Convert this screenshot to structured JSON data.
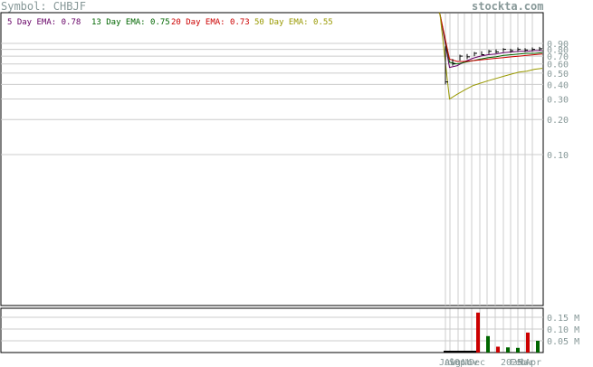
{
  "header": {
    "symbol": "Symbol: CHBJF",
    "site": "stockta.com"
  },
  "ema_legend": [
    {
      "label": "5 Day EMA:",
      "value": "0.78",
      "color": "#660066"
    },
    {
      "label": "13 Day EMA:",
      "value": "0.75",
      "color": "#006600"
    },
    {
      "label": "20 Day EMA:",
      "value": "0.73",
      "color": "#cc0000"
    },
    {
      "label": "50 Day EMA:",
      "value": "0.55",
      "color": "#999900"
    }
  ],
  "chart_data": {
    "type": "line",
    "scale": "log",
    "price_ticks": [
      {
        "value": 0.9,
        "label": "0.90"
      },
      {
        "value": 0.8,
        "label": "0.80"
      },
      {
        "value": 0.7,
        "label": "0.70"
      },
      {
        "value": 0.6,
        "label": "0.60"
      },
      {
        "value": 0.5,
        "label": "0.50"
      },
      {
        "value": 0.4,
        "label": "0.40"
      },
      {
        "value": 0.3,
        "label": "0.30"
      },
      {
        "value": 0.2,
        "label": "0.20"
      },
      {
        "value": 0.1,
        "label": "0.10"
      }
    ],
    "x_labels": [
      "Jul",
      "Aug",
      "Sep",
      "Oct",
      "Nov",
      "Dec",
      "2025",
      "Feb",
      "Mar",
      "Apr"
    ],
    "price_bars": [
      {
        "high": 0.85,
        "low": 0.4,
        "close": 0.42
      },
      {
        "high": 0.66,
        "low": 0.58,
        "close": 0.6
      },
      {
        "high": 0.72,
        "low": 0.64,
        "close": 0.7
      },
      {
        "high": 0.73,
        "low": 0.66,
        "close": 0.69
      },
      {
        "high": 0.76,
        "low": 0.7,
        "close": 0.74
      },
      {
        "high": 0.77,
        "low": 0.71,
        "close": 0.72
      },
      {
        "high": 0.79,
        "low": 0.73,
        "close": 0.77
      },
      {
        "high": 0.8,
        "low": 0.74,
        "close": 0.76
      },
      {
        "high": 0.82,
        "low": 0.76,
        "close": 0.8
      },
      {
        "high": 0.81,
        "low": 0.75,
        "close": 0.78
      },
      {
        "high": 0.83,
        "low": 0.77,
        "close": 0.8
      },
      {
        "high": 0.82,
        "low": 0.76,
        "close": 0.79
      },
      {
        "high": 0.83,
        "low": 0.77,
        "close": 0.8
      },
      {
        "high": 0.84,
        "low": 0.78,
        "close": 0.81
      }
    ],
    "ema_series": [
      {
        "name": "5 Day EMA",
        "color": "#660066",
        "values": [
          1.6,
          0.56,
          0.58,
          0.63,
          0.67,
          0.7,
          0.72,
          0.73,
          0.75,
          0.76,
          0.77,
          0.77,
          0.78,
          0.78
        ]
      },
      {
        "name": "13 Day EMA",
        "color": "#006600",
        "values": [
          1.6,
          0.62,
          0.6,
          0.62,
          0.64,
          0.66,
          0.68,
          0.69,
          0.71,
          0.72,
          0.73,
          0.74,
          0.74,
          0.75
        ]
      },
      {
        "name": "20 Day EMA",
        "color": "#cc0000",
        "values": [
          1.6,
          0.66,
          0.63,
          0.63,
          0.64,
          0.65,
          0.66,
          0.67,
          0.68,
          0.69,
          0.7,
          0.71,
          0.72,
          0.73
        ]
      },
      {
        "name": "50 Day EMA",
        "color": "#999900",
        "values": [
          1.6,
          0.3,
          0.33,
          0.36,
          0.39,
          0.41,
          0.43,
          0.45,
          0.47,
          0.49,
          0.51,
          0.52,
          0.54,
          0.55
        ]
      }
    ],
    "volume_ticks": [
      {
        "value": 0.15,
        "label": "0.15 M"
      },
      {
        "value": 0.1,
        "label": "0.10 M"
      },
      {
        "value": 0.05,
        "label": "0.05 M"
      }
    ],
    "volume_bars": [
      {
        "value": 0.17,
        "direction": "down"
      },
      {
        "value": 0.07,
        "direction": "up"
      },
      {
        "value": 0.025,
        "direction": "down"
      },
      {
        "value": 0.022,
        "direction": "up"
      },
      {
        "value": 0.02,
        "direction": "up"
      },
      {
        "value": 0.085,
        "direction": "down"
      },
      {
        "value": 0.05,
        "direction": "up"
      }
    ]
  }
}
